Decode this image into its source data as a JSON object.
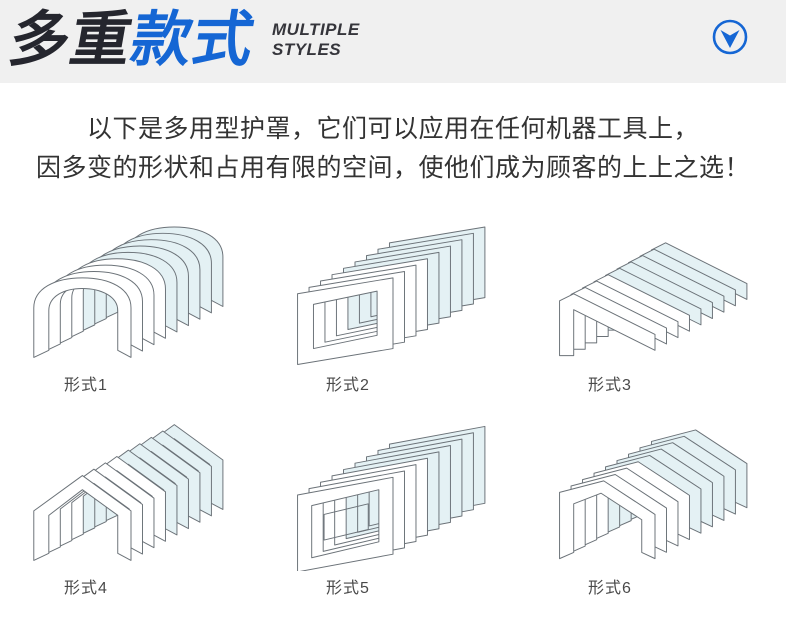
{
  "header": {
    "title_primary": "多重",
    "title_accent": "款式",
    "subtitle_line1": "MULTIPLE",
    "subtitle_line2": "STYLES"
  },
  "intro": {
    "line1": "以下是多用型护罩，它们可以应用在任何机器工具上，",
    "line2": "因多变的形状和占用有限的空间，使他们成为顾客的上上之选！"
  },
  "styles": [
    {
      "label": "形式1"
    },
    {
      "label": "形式2"
    },
    {
      "label": "形式3"
    },
    {
      "label": "形式4"
    },
    {
      "label": "形式5"
    },
    {
      "label": "形式6"
    }
  ],
  "colors": {
    "accent": "#1566d4",
    "header_bg": "#f0f0f0",
    "title_dark": "#25262e",
    "text": "#333333",
    "line_art_stroke": "#6b7278",
    "pleat_tint": "#e4f1f4"
  }
}
